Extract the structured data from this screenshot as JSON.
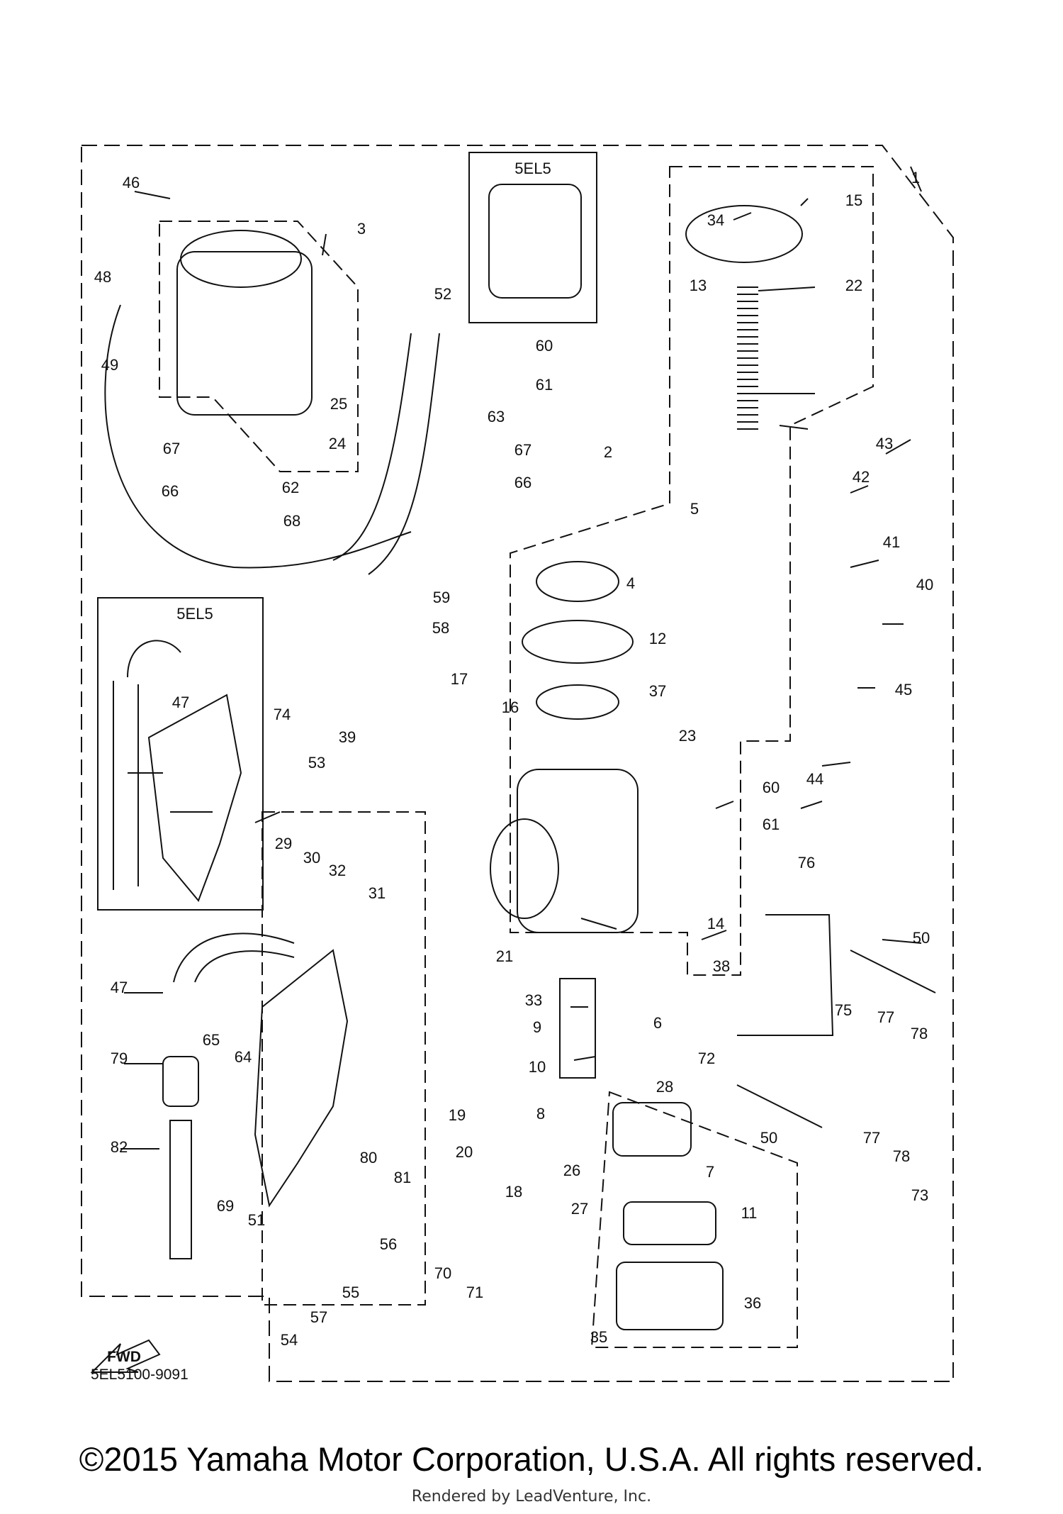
{
  "inset_title": "5EL5",
  "diagram_code": "5EL5100-9091",
  "fwd_label": "FWD",
  "copyright": "©2015 Yamaha Motor Corporation, U.S.A. All rights reserved.",
  "rendered_by": "Rendered by LeadVenture, Inc.",
  "callouts": [
    "1",
    "2",
    "3",
    "4",
    "5",
    "6",
    "7",
    "8",
    "9",
    "10",
    "11",
    "12",
    "13",
    "14",
    "15",
    "16",
    "17",
    "18",
    "19",
    "20",
    "21",
    "22",
    "23",
    "24",
    "25",
    "26",
    "27",
    "28",
    "29",
    "30",
    "31",
    "32",
    "33",
    "34",
    "35",
    "36",
    "37",
    "38",
    "39",
    "40",
    "41",
    "42",
    "43",
    "44",
    "45",
    "46",
    "47",
    "48",
    "49",
    "50",
    "51",
    "52",
    "53",
    "54",
    "55",
    "56",
    "57",
    "58",
    "59",
    "60",
    "61",
    "62",
    "63",
    "64",
    "65",
    "66",
    "67",
    "68",
    "69",
    "70",
    "71",
    "72",
    "73",
    "74",
    "75",
    "76",
    "77",
    "78",
    "79",
    "80",
    "81",
    "82"
  ]
}
